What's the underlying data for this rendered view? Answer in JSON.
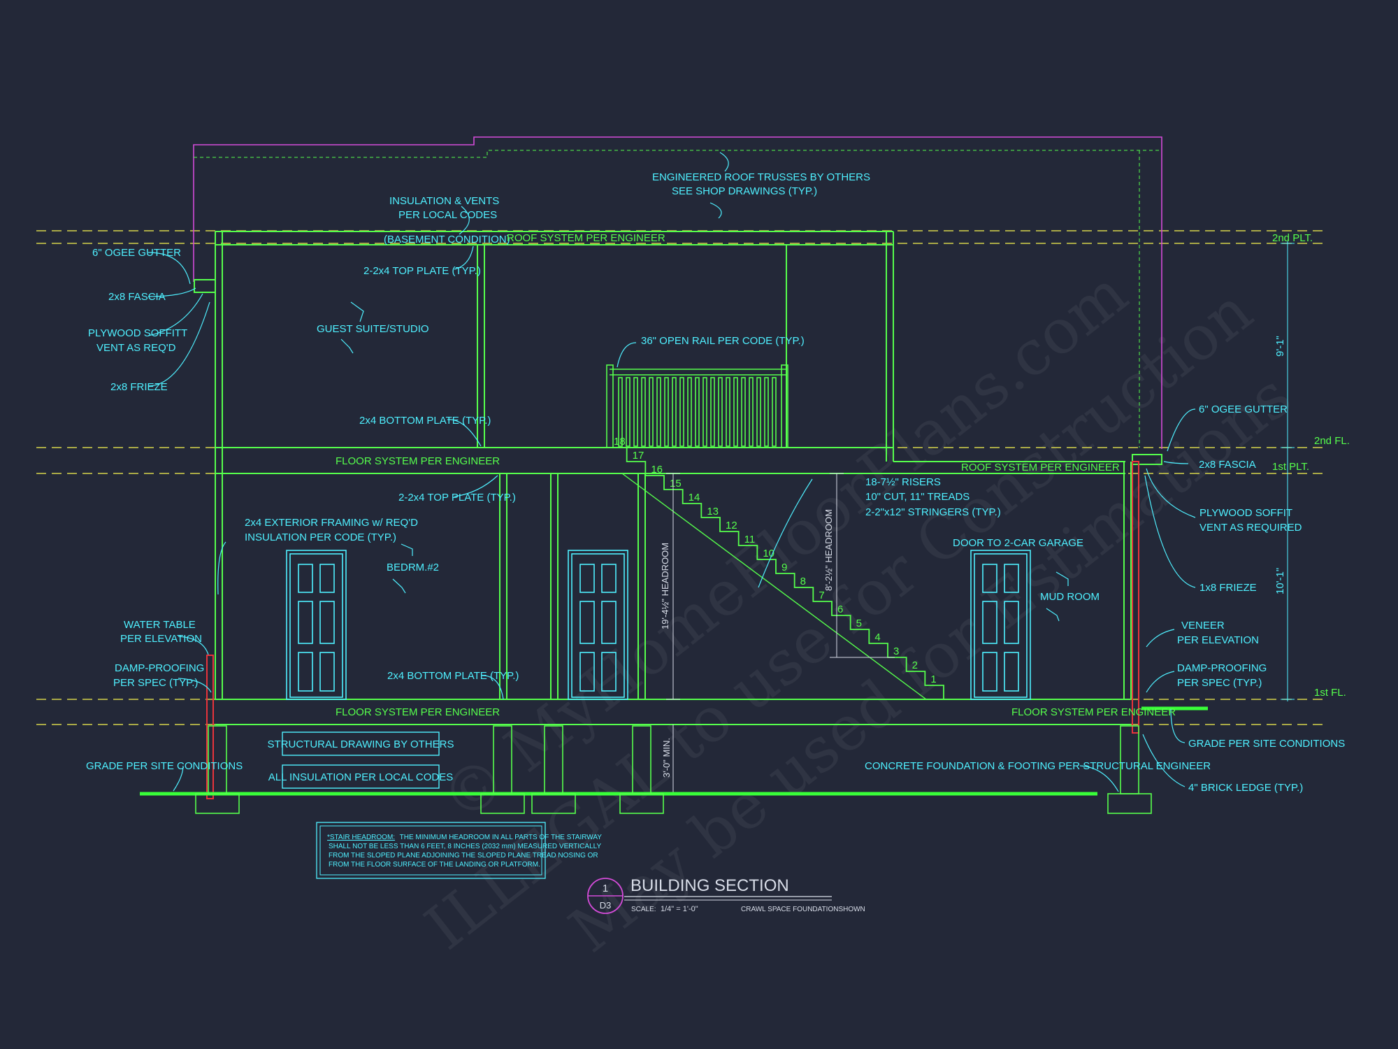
{
  "colors": {
    "background": "#232838",
    "structure": "#56ff4c",
    "annotation": "#4ff0ff",
    "roof_outline": "#d44cd9",
    "level_lines": "#d6d44a",
    "brick": "#e8343c"
  },
  "roof": {
    "trusses_note_line1": "ENGINEERED ROOF TRUSSES BY OTHERS",
    "trusses_note_line2": "SEE SHOP DRAWINGS (TYP.)",
    "insulation_line1": "INSULATION & VENTS",
    "insulation_line2": "PER LOCAL CODES",
    "basement_condition": "(BASEMENT CONDITION)",
    "roof_system": "ROOF SYSTEM PER ENGINEER"
  },
  "left_notes": {
    "gutter": "6\" OGEE GUTTER",
    "fascia": "2x8 FASCIA",
    "soffit_line1": "PLYWOOD SOFFITT",
    "soffit_line2": "VENT AS REQ'D",
    "frieze": "2x8 FRIEZE",
    "exterior_framing_line1": "2x4 EXTERIOR FRAMING w/ REQ'D",
    "exterior_framing_line2": "INSULATION PER CODE (TYP.)",
    "water_table_line1": "WATER TABLE",
    "water_table_line2": "PER ELEVATION",
    "damp_line1": "DAMP-PROOFING",
    "damp_line2": "PER SPEC (TYP.)",
    "grade": "GRADE PER SITE CONDITIONS"
  },
  "interior_notes": {
    "top_plate_upper": "2-2x4 TOP PLATE (TYP.)",
    "guest_suite": "GUEST SUITE/STUDIO",
    "bottom_plate_upper": "2x4 BOTTOM PLATE (TYP.)",
    "open_rail": "36\" OPEN RAIL PER CODE (TYP.)",
    "floor_system_2nd": "FLOOR SYSTEM PER ENGINEER",
    "roof_system_lower": "ROOF SYSTEM PER ENGINEER",
    "top_plate_lower": "2-2x4 TOP PLATE (TYP.)",
    "bedroom": "BEDRM.#2",
    "bottom_plate_lower": "2x4 BOTTOM PLATE (TYP.)",
    "floor_system_1st_left": "FLOOR SYSTEM PER ENGINEER",
    "floor_system_1st_right": "FLOOR SYSTEM PER ENGINEER",
    "headroom_left": "19'-4½\" HEADROOM",
    "headroom_right": "8'-2½\" HEADROOM",
    "crawl_min": "3'-0\" MIN.",
    "risers": "18-7½\" RISERS",
    "treads": "10\" CUT, 11\" TREADS",
    "stringers": "2-2\"x12\" STRINGERS (TYP.)",
    "garage_door": "DOOR TO 2-CAR GARAGE",
    "mud_room": "MUD ROOM",
    "concrete_foundation": "CONCRETE FOUNDATION & FOOTING PER STRUCTURAL ENGINEER"
  },
  "right_notes": {
    "gutter": "6\" OGEE GUTTER",
    "fascia": "2x8 FASCIA",
    "soffit_line1": "PLYWOOD SOFFIT",
    "soffit_line2": "VENT AS REQUIRED",
    "frieze": "1x8 FRIEZE",
    "veneer_line1": "VENEER",
    "veneer_line2": "PER ELEVATION",
    "damp_line1": "DAMP-PROOFING",
    "damp_line2": "PER SPEC (TYP.)",
    "grade": "GRADE PER SITE CONDITIONS",
    "brick_ledge": "4\" BRICK LEDGE (TYP.)"
  },
  "levels": {
    "plt2": "2nd PLT.",
    "fl2": "2nd FL.",
    "plt1": "1st PLT.",
    "fl1": "1st FL.",
    "dim_upper": "9'-1\"",
    "dim_lower": "10'-1\""
  },
  "stairs": {
    "step_numbers": [
      "1",
      "2",
      "3",
      "4",
      "5",
      "6",
      "7",
      "8",
      "9",
      "10",
      "11",
      "12",
      "13",
      "14",
      "15",
      "16",
      "17",
      "18"
    ]
  },
  "boxes": {
    "structural": "STRUCTURAL DRAWING BY OTHERS",
    "insulation": "ALL INSULATION PER LOCAL CODES"
  },
  "headroom_note": {
    "title": "*STAIR HEADROOM:",
    "line1": "THE MINIMUM HEADROOM IN ALL PARTS OF THE STAIRWAY",
    "line2": "SHALL NOT BE LESS THAN 6 FEET, 8 INCHES (2032 mm) MEASURED VERTICALLY",
    "line3": "FROM THE SLOPED PLANE ADJOINING THE SLOPED PLANE TREAD NOSING OR",
    "line4": "FROM THE FLOOR SURFACE OF THE LANDING OR PLATFORM."
  },
  "title_block": {
    "number": "1",
    "sheet": "D3",
    "title": "BUILDING SECTION",
    "scale_label": "SCALE:",
    "scale_value": "1/4\" = 1'-0\"",
    "foundation_note": "CRAWL SPACE FOUNDATIONSHOWN"
  },
  "watermark": {
    "line1": "© MyHomeFloorPlans.com",
    "line2": "ILLEGAL to use for Construction",
    "line3": "May be used for Estimations"
  }
}
